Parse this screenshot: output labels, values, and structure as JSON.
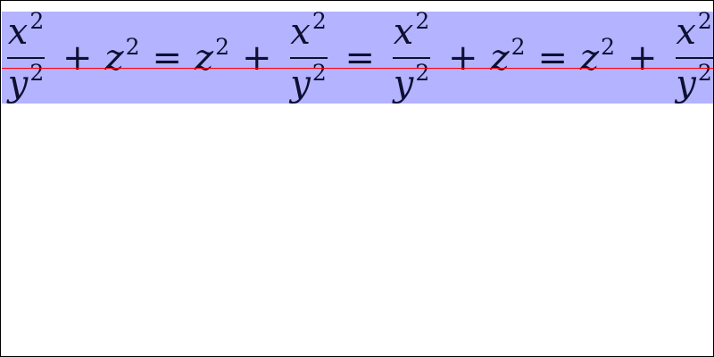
{
  "colors": {
    "band": "#b3b3ff",
    "baseline": "#ff0000",
    "text": "#0f0f32",
    "border": "#000000"
  },
  "formula": {
    "x": "x",
    "y": "y",
    "z": "z",
    "exponent": "2",
    "plus": "+",
    "equals": "="
  }
}
